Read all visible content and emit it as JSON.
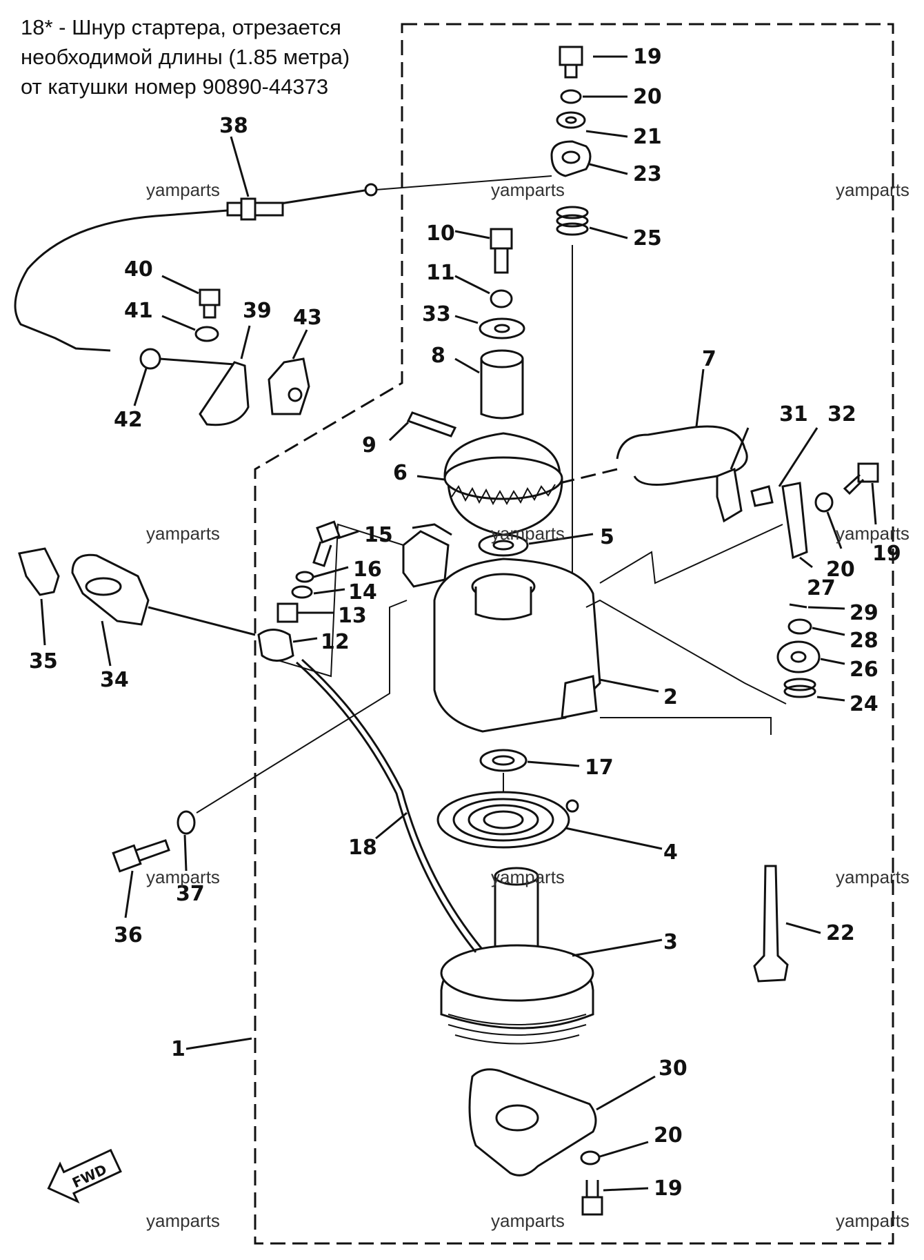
{
  "note": {
    "line1": "18* - Шнур стартера, отрезается",
    "line2": "необходимой длины (1.85 метра)",
    "line3": "от катушки номер 90890-44373"
  },
  "watermark": "yamparts",
  "arrow_label": "FWD",
  "labels": {
    "p1": "1",
    "p2": "2",
    "p3": "3",
    "p4": "4",
    "p5": "5",
    "p6": "6",
    "p7": "7",
    "p8": "8",
    "p9": "9",
    "p10": "10",
    "p11": "11",
    "p12": "12",
    "p13": "13",
    "p14": "14",
    "p15": "15",
    "p16": "16",
    "p17": "17",
    "p18": "18",
    "p19a": "19",
    "p19b": "19",
    "p19c": "19",
    "p20a": "20",
    "p20b": "20",
    "p20c": "20",
    "p21": "21",
    "p22": "22",
    "p23": "23",
    "p24": "24",
    "p25": "25",
    "p26": "26",
    "p27": "27",
    "p28": "28",
    "p29": "29",
    "p30": "30",
    "p31": "31",
    "p32": "32",
    "p33": "33",
    "p34": "34",
    "p35": "35",
    "p36": "36",
    "p37": "37",
    "p38": "38",
    "p39": "39",
    "p40": "40",
    "p41": "41",
    "p42": "42",
    "p43": "43"
  }
}
